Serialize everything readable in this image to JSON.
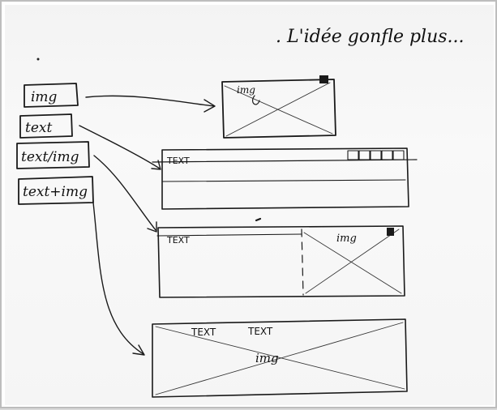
{
  "note": ". L'idée gonfle plus...",
  "legend": [
    {
      "label": "img"
    },
    {
      "label": "text"
    },
    {
      "label": "text/img"
    },
    {
      "label": "text+img"
    }
  ],
  "blocks": {
    "img_block": {
      "label": "img"
    },
    "text_block": {
      "label": "TEXT",
      "icons": [
        "□",
        "□",
        "□",
        "□",
        "□"
      ]
    },
    "text_img_block": {
      "text_label": "TEXT",
      "img_label": "img"
    },
    "text_over_img_block": {
      "text_labels": [
        "TEXT",
        "TEXT"
      ],
      "img_label": "img"
    }
  },
  "colors": {
    "ink": "#1a1a1a",
    "paper": "#f5f5f5",
    "frame": "#bdbdbd"
  }
}
